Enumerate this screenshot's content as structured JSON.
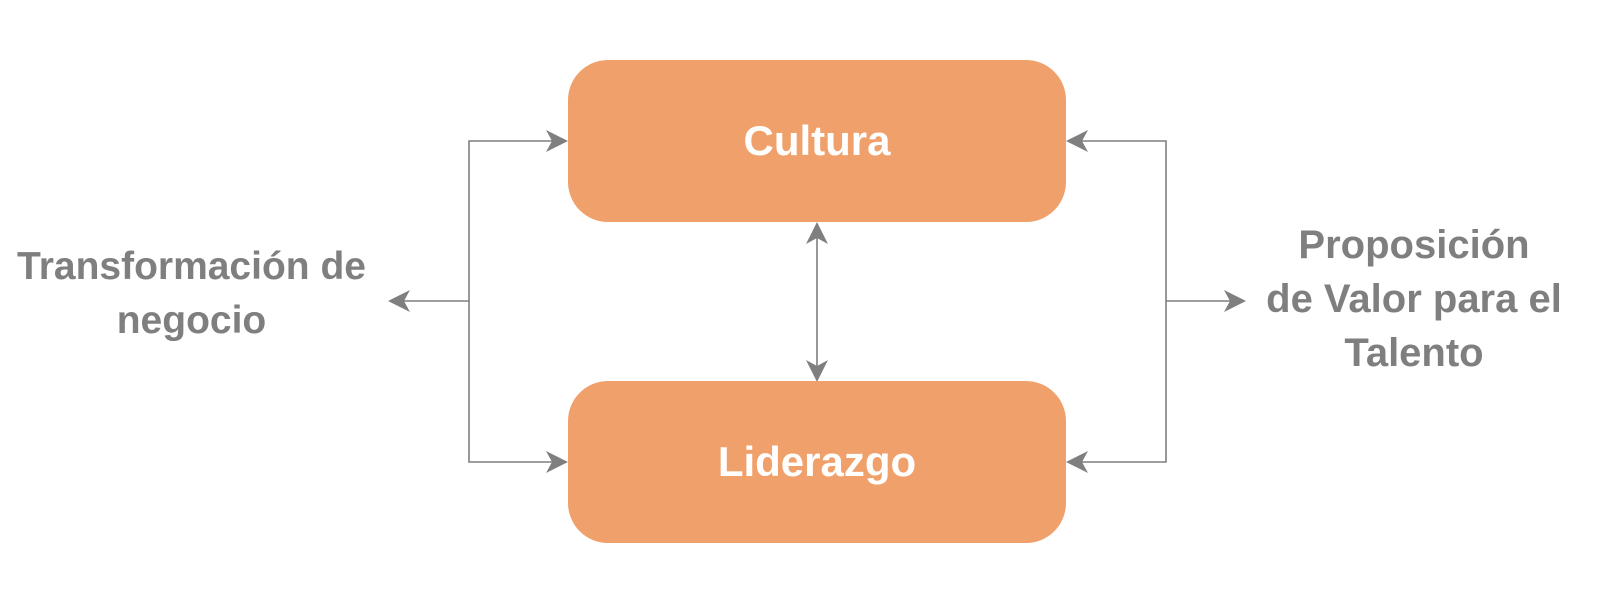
{
  "colors": {
    "box_fill": "#f0a06b",
    "box_text": "#ffffff",
    "arrow": "#7f7f7f",
    "side_text": "#7f7f7f"
  },
  "nodes": {
    "culture": {
      "label": "Cultura"
    },
    "leadership": {
      "label": "Liderazgo"
    }
  },
  "left_label": {
    "line1": "Transformación de",
    "line2": "negocio"
  },
  "right_label": {
    "line1": "Proposición",
    "line2": "de Valor para el",
    "line3": "Talento"
  }
}
